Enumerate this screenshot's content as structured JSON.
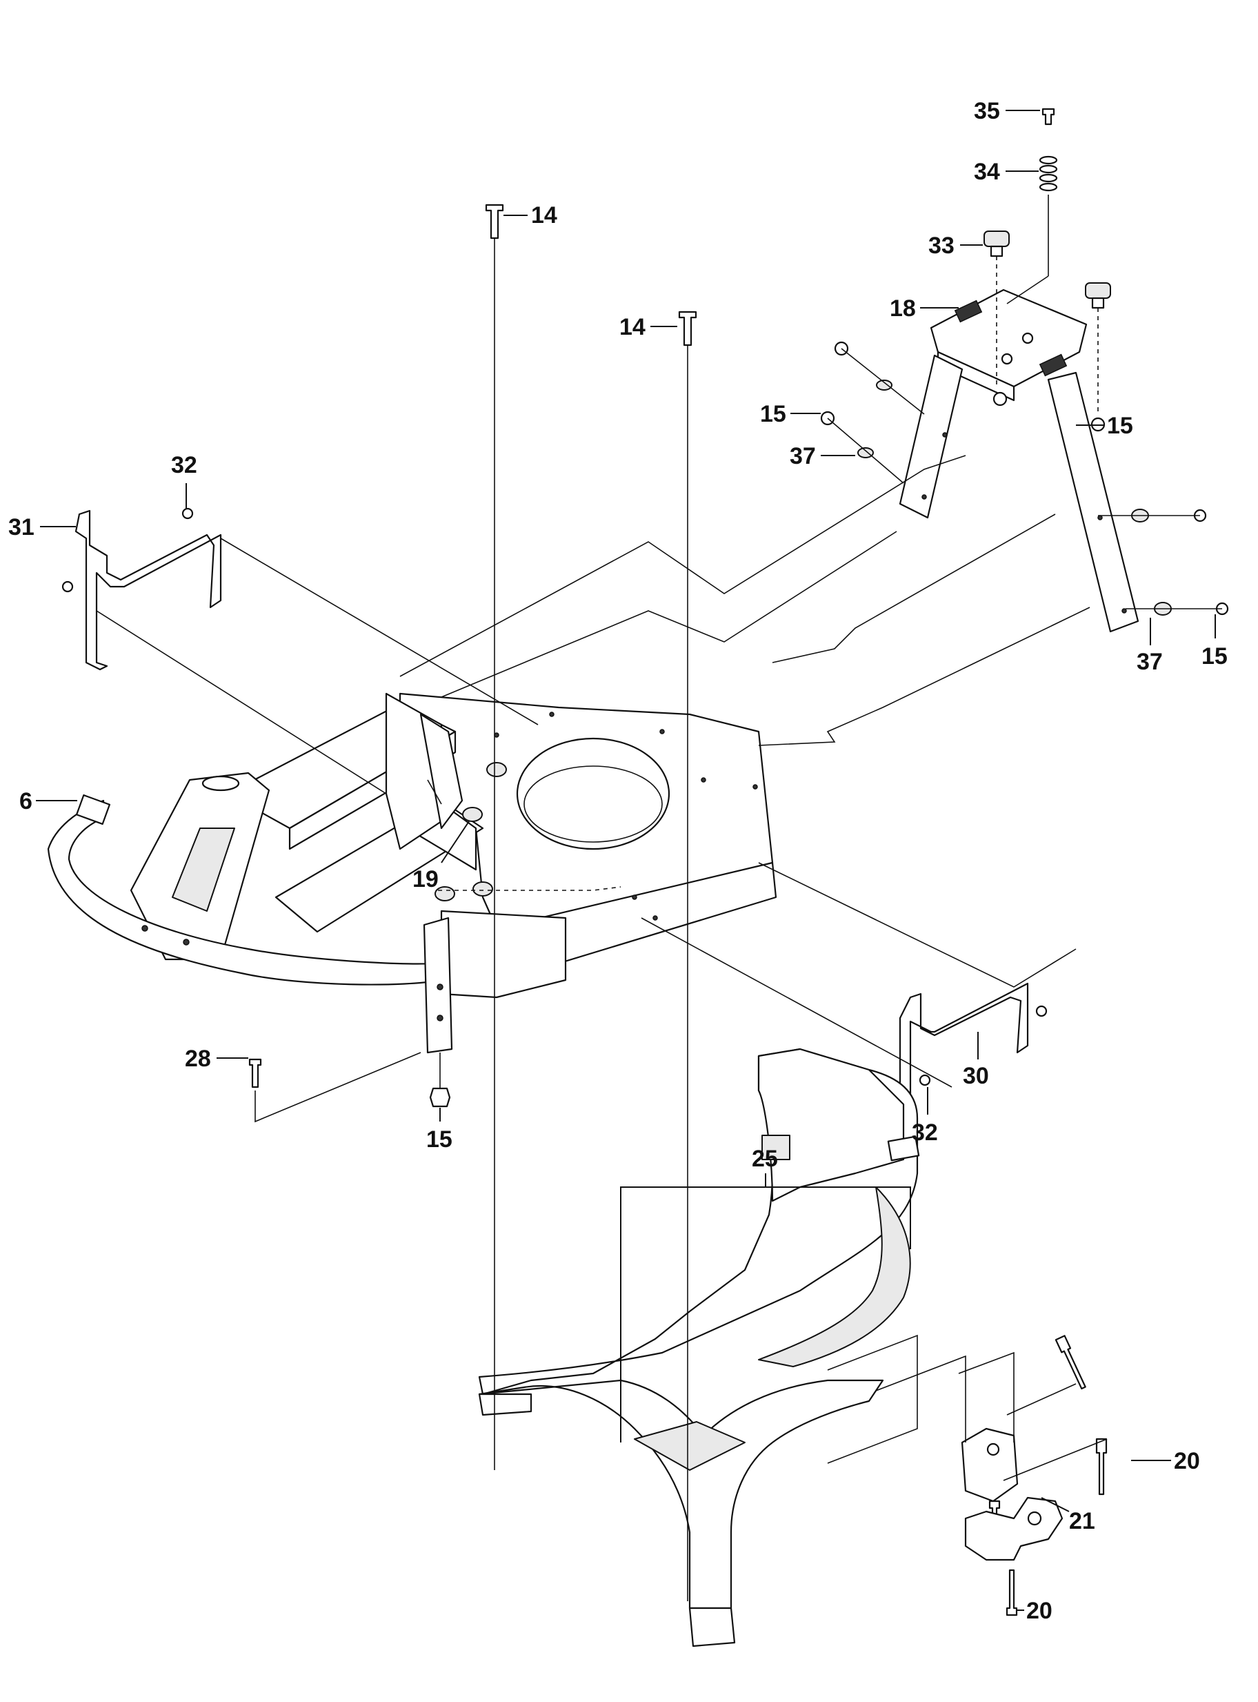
{
  "diagram": {
    "callouts": [
      {
        "id": "c35",
        "label": "35"
      },
      {
        "id": "c34",
        "label": "34"
      },
      {
        "id": "c33",
        "label": "33"
      },
      {
        "id": "c18",
        "label": "18"
      },
      {
        "id": "c15a",
        "label": "15"
      },
      {
        "id": "c15b",
        "label": "15"
      },
      {
        "id": "c37a",
        "label": "37"
      },
      {
        "id": "c37b",
        "label": "37"
      },
      {
        "id": "c15c",
        "label": "15"
      },
      {
        "id": "c14a",
        "label": "14"
      },
      {
        "id": "c14b",
        "label": "14"
      },
      {
        "id": "c32a",
        "label": "32"
      },
      {
        "id": "c31",
        "label": "31"
      },
      {
        "id": "c6",
        "label": "6"
      },
      {
        "id": "c19",
        "label": "19"
      },
      {
        "id": "c28",
        "label": "28"
      },
      {
        "id": "c15d",
        "label": "15"
      },
      {
        "id": "c30",
        "label": "30"
      },
      {
        "id": "c32b",
        "label": "32"
      },
      {
        "id": "c25",
        "label": "25"
      },
      {
        "id": "c20a",
        "label": "20"
      },
      {
        "id": "c21",
        "label": "21"
      },
      {
        "id": "c20b",
        "label": "20"
      }
    ]
  }
}
